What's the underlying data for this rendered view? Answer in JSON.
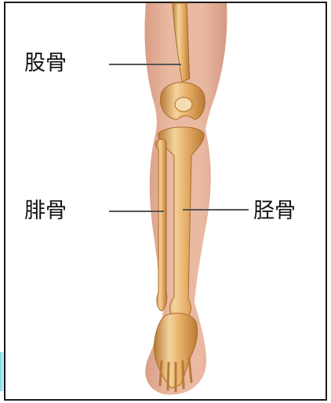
{
  "labels": {
    "femur": "股骨",
    "fibula": "腓骨",
    "tibia": "胫骨"
  },
  "colors": {
    "skin": "#eab9a2",
    "skin_shadow": "#d99e86",
    "bone": "#e7b06a",
    "bone_light": "#f4d29c",
    "bone_shadow": "#b87a34",
    "frame": "#1a1a1a",
    "leader_line": "#555555",
    "label_text": "#111111"
  }
}
